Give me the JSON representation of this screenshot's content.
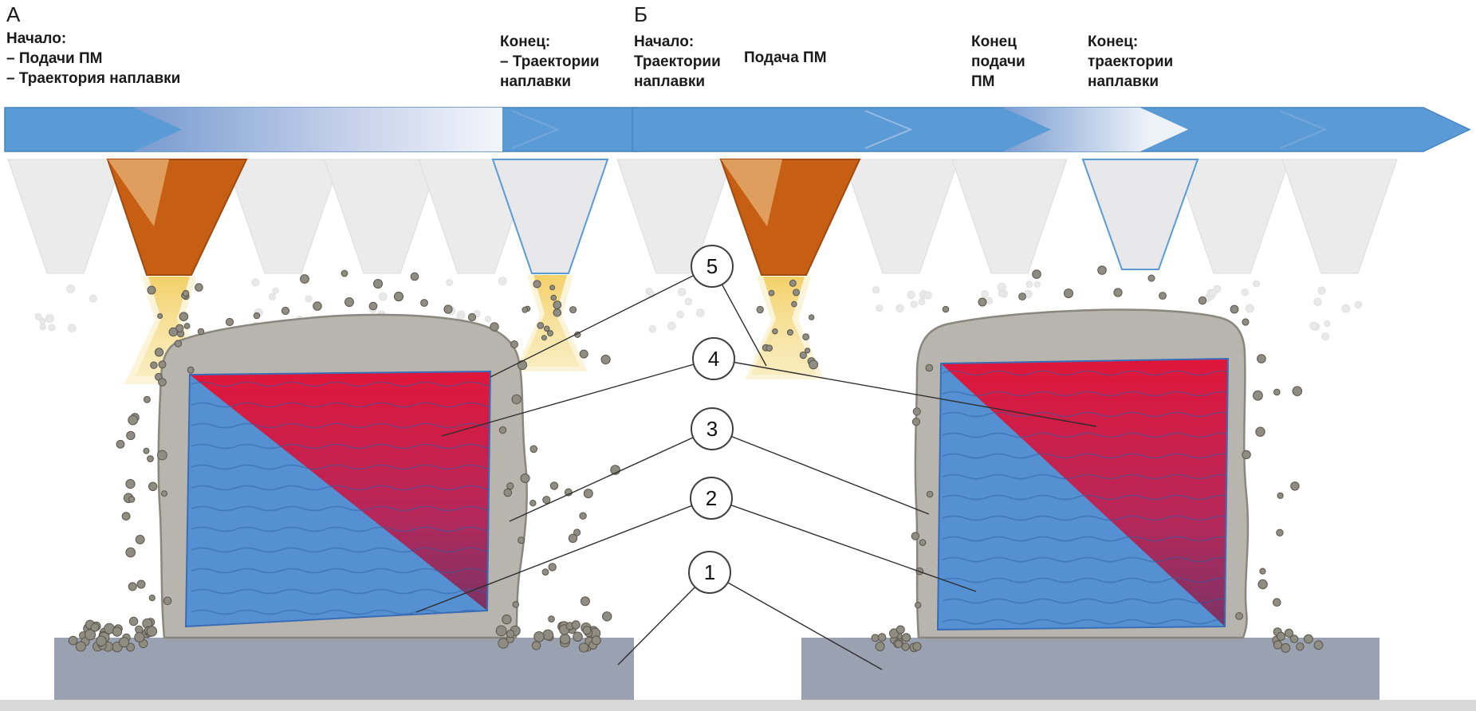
{
  "panel_a": {
    "title": "А",
    "label_start": "Начало:\n– Подачи ПМ\n– Траектория наплавки",
    "label_end": "Конец:\n– Траектории\nнаплавки"
  },
  "panel_b": {
    "title": "Б",
    "label_start": "Начало:\nТраектории\nнаплавки",
    "label_feed": "Подача ПМ",
    "label_feed_end": "Конец\nподачи\nПМ",
    "label_end": "Конец:\nтраектории\nнаплавки"
  },
  "callouts": [
    {
      "number": "5"
    },
    {
      "number": "4"
    },
    {
      "number": "3"
    },
    {
      "number": "2"
    },
    {
      "number": "1"
    }
  ],
  "colors": {
    "arrow_blue": "#5b9bd5",
    "active_nozzle_orange": "#c65f14",
    "deposit_blue": "#5490d2",
    "deposit_red_top": "#e0163a",
    "deposit_red_bottom": "#7c3366",
    "shell_gray": "#b8b5ae",
    "substrate_gray": "#9aa1b0",
    "powder_yellow": "#f3cf62"
  }
}
